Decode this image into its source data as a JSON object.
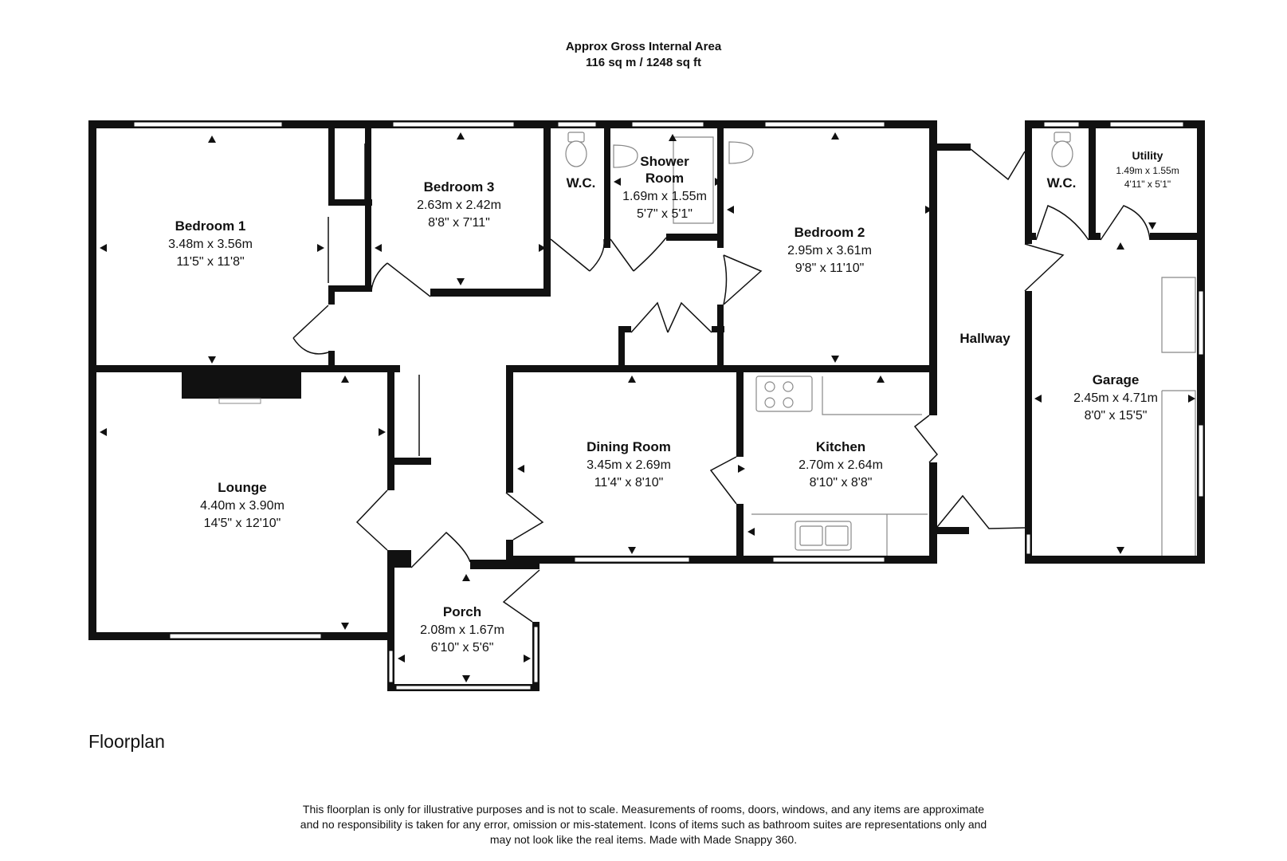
{
  "header": {
    "title": "Approx Gross Internal Area",
    "area": "116 sq m / 1248 sq ft"
  },
  "floor_label": "Floorplan",
  "rooms": {
    "bedroom1": {
      "name": "Bedroom 1",
      "metric": "3.48m x 3.56m",
      "imperial": "11'5\" x 11'8\""
    },
    "bedroom3": {
      "name": "Bedroom 3",
      "metric": "2.63m x 2.42m",
      "imperial": "8'8\" x 7'11\""
    },
    "wc1": {
      "name": "W.C."
    },
    "shower_room": {
      "name_line1": "Shower",
      "name_line2": "Room",
      "metric": "1.69m x 1.55m",
      "imperial": "5'7\" x 5'1\""
    },
    "bedroom2": {
      "name": "Bedroom 2",
      "metric": "2.95m x 3.61m",
      "imperial": "9'8\" x 11'10\""
    },
    "hallway": {
      "name": "Hallway"
    },
    "wc2": {
      "name": "W.C."
    },
    "utility": {
      "name": "Utility",
      "metric": "1.49m x 1.55m",
      "imperial": "4'11\" x 5'1\""
    },
    "garage": {
      "name": "Garage",
      "metric": "2.45m x 4.71m",
      "imperial": "8'0\" x 15'5\""
    },
    "lounge": {
      "name": "Lounge",
      "metric": "4.40m x 3.90m",
      "imperial": "14'5\" x 12'10\""
    },
    "dining_room": {
      "name": "Dining Room",
      "metric": "3.45m x 2.69m",
      "imperial": "11'4\" x 8'10\""
    },
    "kitchen": {
      "name": "Kitchen",
      "metric": "2.70m x 2.64m",
      "imperial": "8'10\" x 8'8\""
    },
    "porch": {
      "name": "Porch",
      "metric": "2.08m x 1.67m",
      "imperial": "6'10\" x 5'6\""
    }
  },
  "disclaimer": {
    "line1": "This floorplan is only for illustrative purposes and is not to scale. Measurements of rooms, doors, windows, and any items are approximate",
    "line2": "and no responsibility is taken for any error, omission or mis-statement. Icons of items such as bathroom suites are representations only and",
    "line3": "may not look like the real items. Made with Made Snappy 360."
  },
  "colors": {
    "wall": "#111111",
    "background": "#ffffff",
    "fixture": "#888888"
  }
}
